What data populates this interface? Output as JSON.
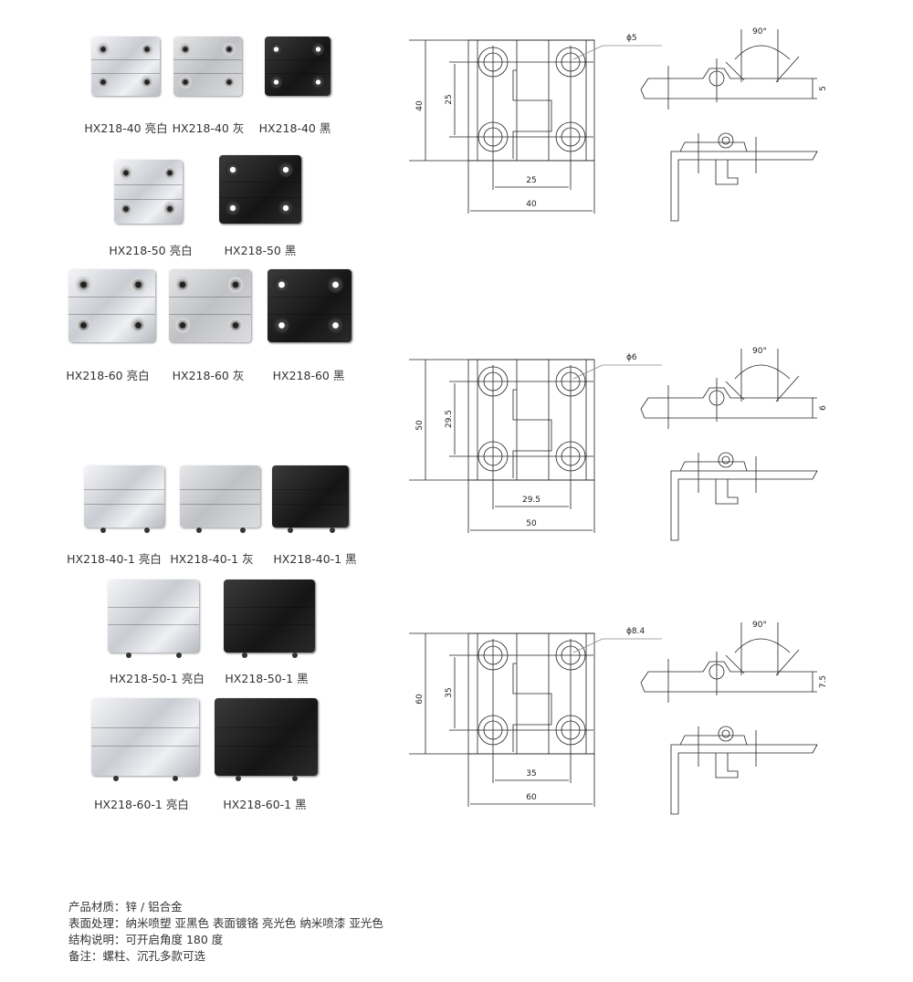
{
  "products": [
    {
      "label": "HX218-40 亮白",
      "finish": "silver",
      "type": "holes"
    },
    {
      "label": "HX218-40 灰",
      "finish": "grey",
      "type": "holes"
    },
    {
      "label": "HX218-40 黑",
      "finish": "black",
      "type": "holes"
    },
    {
      "label": "HX218-50 亮白",
      "finish": "silver",
      "type": "holes"
    },
    {
      "label": "HX218-50 黑",
      "finish": "black",
      "type": "holes"
    },
    {
      "label": "HX218-60 亮白",
      "finish": "silver",
      "type": "holes"
    },
    {
      "label": "HX218-60 灰",
      "finish": "grey",
      "type": "holes"
    },
    {
      "label": "HX218-60 黑",
      "finish": "black",
      "type": "holes"
    },
    {
      "label": "HX218-40-1 亮白",
      "finish": "silver",
      "type": "studs"
    },
    {
      "label": "HX218-40-1 灰",
      "finish": "grey",
      "type": "studs"
    },
    {
      "label": "HX218-40-1 黑",
      "finish": "black",
      "type": "studs"
    },
    {
      "label": "HX218-50-1 亮白",
      "finish": "silver",
      "type": "studs"
    },
    {
      "label": "HX218-50-1 黑",
      "finish": "black",
      "type": "studs"
    },
    {
      "label": "HX218-60-1 亮白",
      "finish": "silver",
      "type": "studs"
    },
    {
      "label": "HX218-60-1 黑",
      "finish": "black",
      "type": "studs"
    }
  ],
  "drawings": [
    {
      "hole": "ϕ5",
      "height": "40",
      "pitch": "25",
      "width": "40",
      "angle": "90°",
      "thickness": "5"
    },
    {
      "hole": "ϕ6",
      "height": "50",
      "pitch": "29.5",
      "width": "50",
      "angle": "90°",
      "thickness": "6"
    },
    {
      "hole": "ϕ8.4",
      "height": "60",
      "pitch": "35",
      "width": "60",
      "angle": "90°",
      "thickness": "7.5"
    }
  ],
  "notes": [
    "产品材质：锌 / 铝合金",
    "表面处理：纳米喷塑 亚黑色 表面镀铬 亮光色 纳米喷漆 亚光色",
    "结构说明：可开启角度 180 度",
    "备注：螺柱、沉孔多款可选"
  ]
}
